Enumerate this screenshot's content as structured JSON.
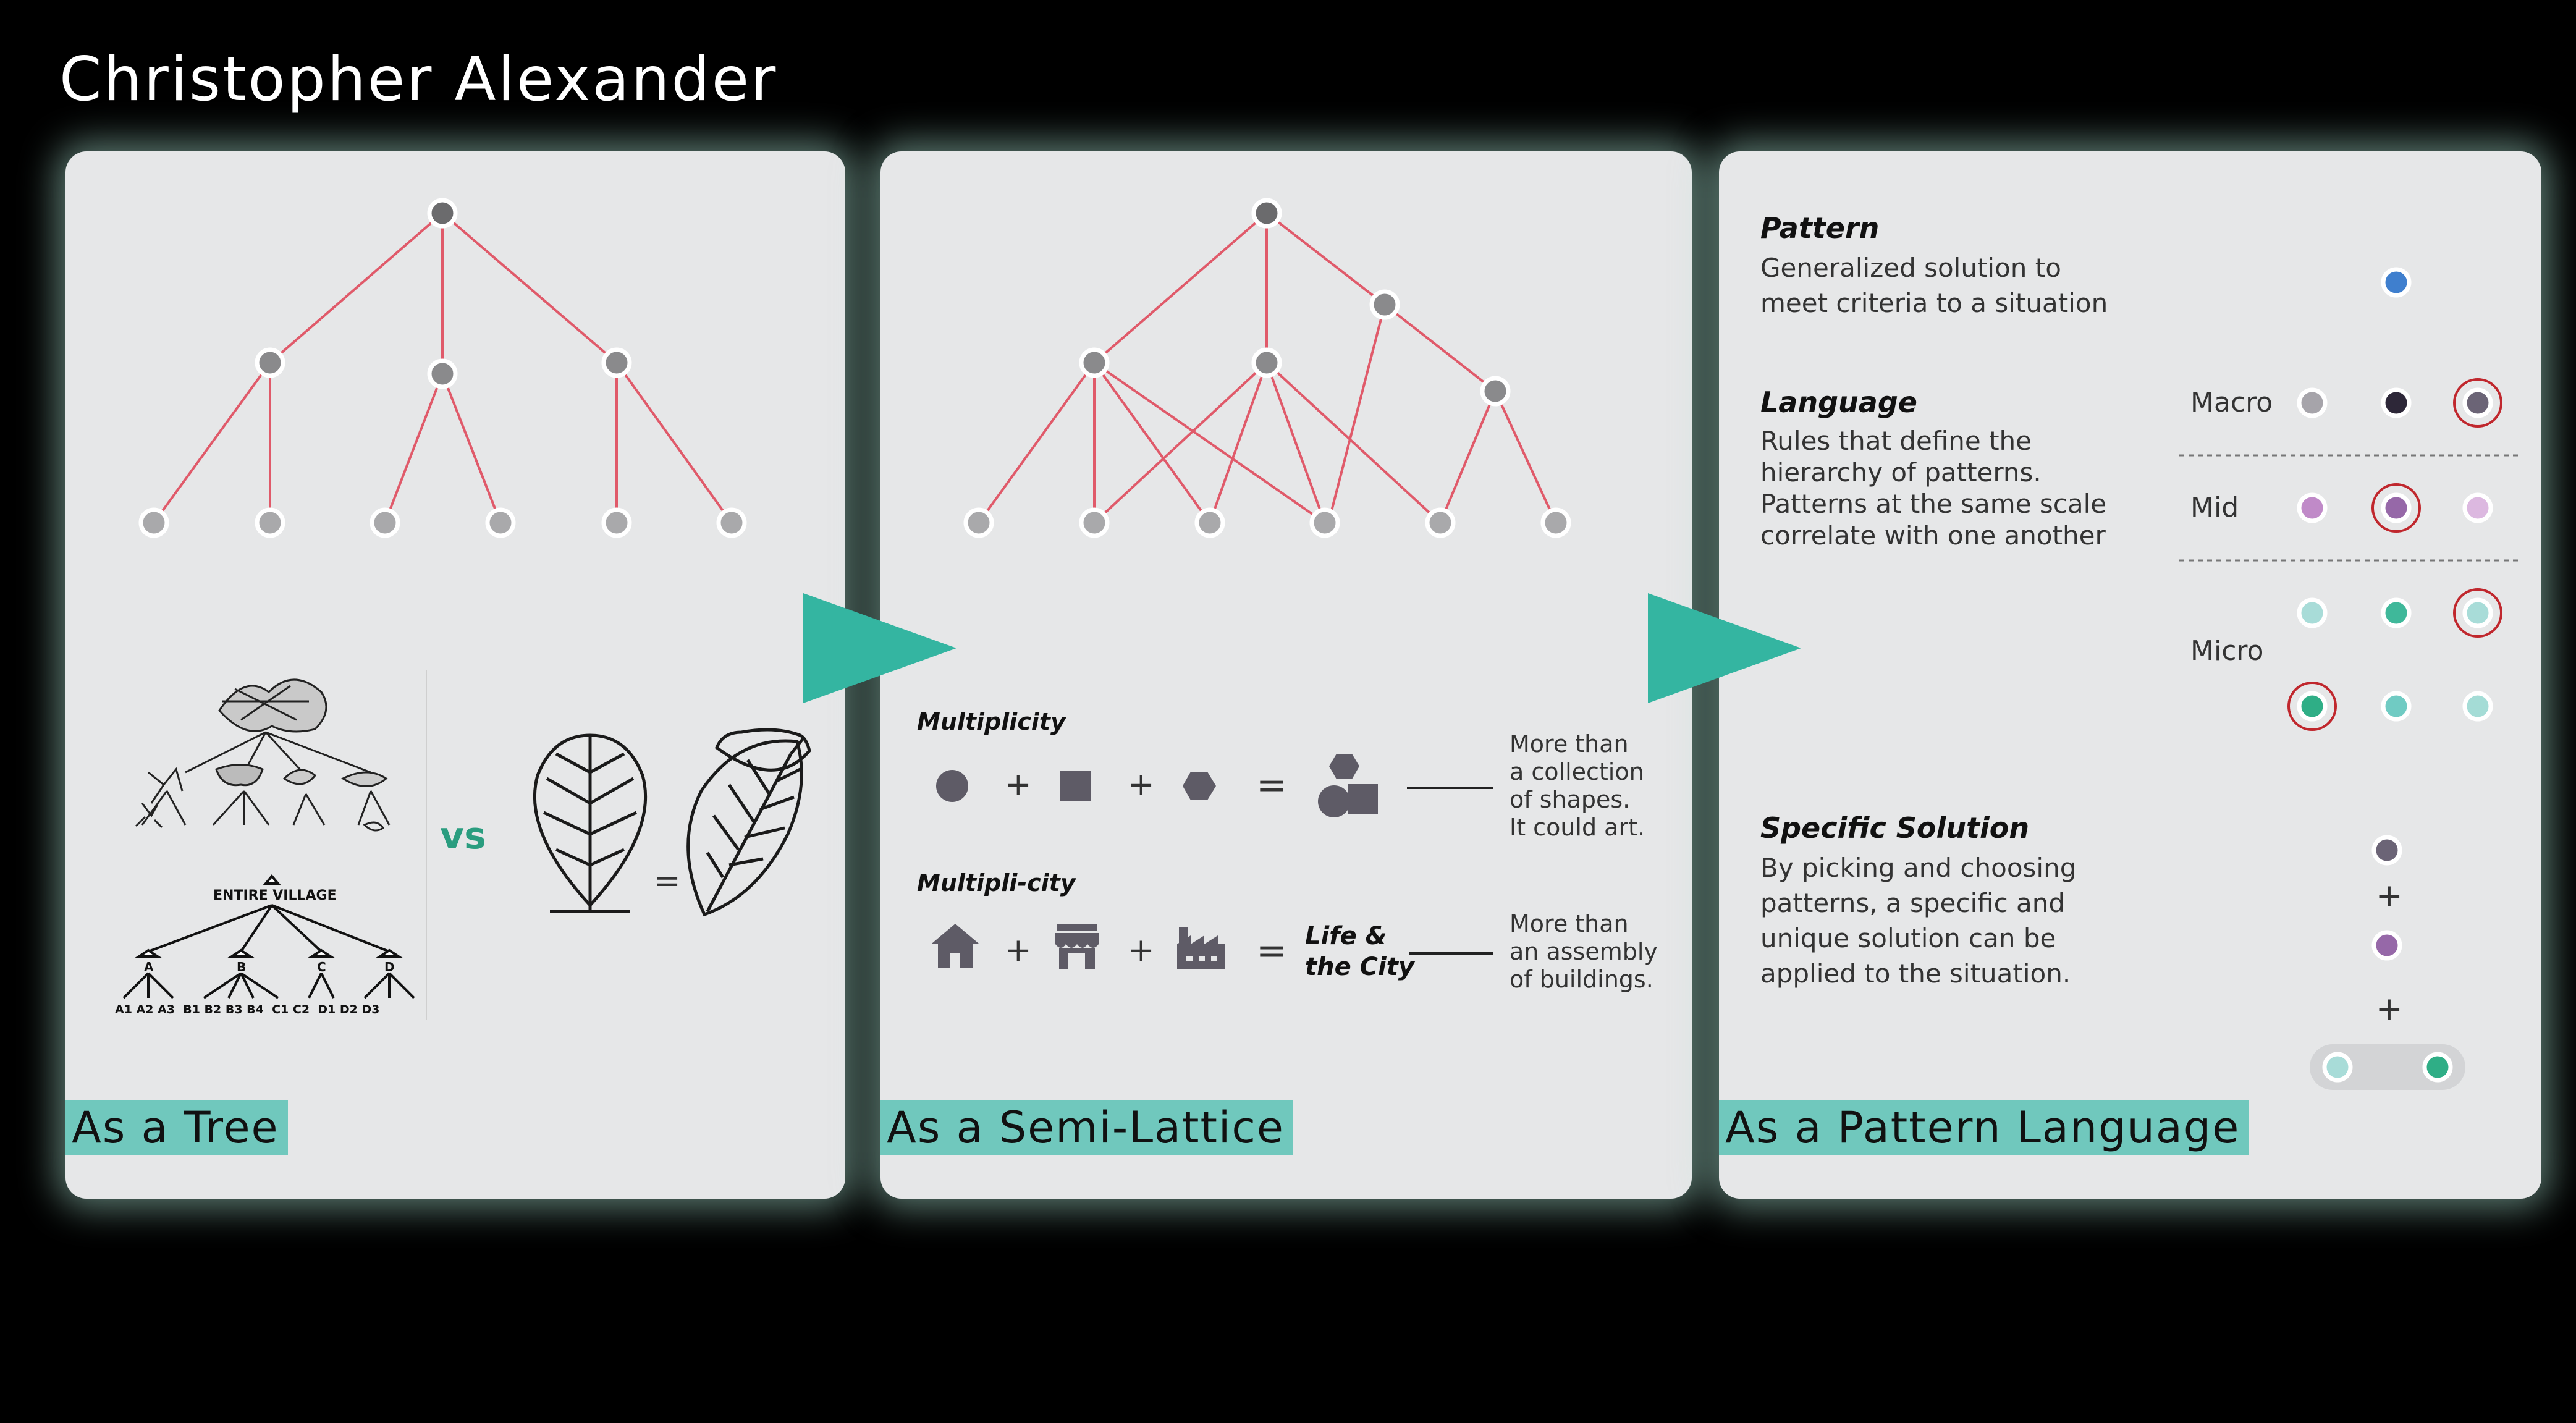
{
  "page_title": "Christopher Alexander",
  "panels": {
    "tree": {
      "label": "As a Tree",
      "vs_text": "vs",
      "equals_text": "=",
      "village_diagram": {
        "root": "ENTIRE VILLAGE",
        "groups": [
          "A",
          "B",
          "C",
          "D"
        ],
        "leaves": "A1 A2 A3  B1 B2 B3 B4  C1 C2  D1 D2 D3"
      }
    },
    "semilattice": {
      "label": "As a Semi-Lattice",
      "multiplicity": {
        "heading": "Multiplicity",
        "plus": "+",
        "equals": "=",
        "note": [
          "More than",
          "a collection",
          "of shapes.",
          "It could art."
        ]
      },
      "multipli_city": {
        "heading": "Multipli-city",
        "plus": "+",
        "equals": "=",
        "result": [
          "Life &",
          "the City"
        ],
        "note": [
          "More than",
          "an assembly",
          "of buildings."
        ]
      }
    },
    "pattern_language": {
      "label": "As a Pattern Language",
      "pattern": {
        "heading": "Pattern",
        "text": [
          "Generalized solution to",
          "meet criteria to a situation"
        ]
      },
      "language": {
        "heading": "Language",
        "text": [
          "Rules that define the",
          "hierarchy of patterns.",
          "Patterns at the same scale",
          "correlate with one another"
        ]
      },
      "scales": {
        "macro": "Macro",
        "mid": "Mid",
        "micro": "Micro"
      },
      "specific_solution": {
        "heading": "Specific Solution",
        "text": [
          "By picking and choosing",
          "patterns, a specific and",
          "unique solution can be",
          "applied to the situation."
        ],
        "plus": "+"
      }
    }
  },
  "colors": {
    "accent_teal": "#34b5a1",
    "edge_red": "#e05a6a",
    "node_dark": "#6b6b6d",
    "node_light": "#a9a9ab",
    "highlight_ring": "#c0272d",
    "pattern_blue": "#3f7fce",
    "macro": [
      "#a6a4aa",
      "#2d2738",
      "#6b6476"
    ],
    "mid": [
      "#c08ac8",
      "#9668a8",
      "#dcb8e0"
    ],
    "micro": [
      "#a8dcd8",
      "#3fb89a",
      "#a8dcd8",
      "#2fae86",
      "#70cbc3",
      "#a4dcd6"
    ]
  }
}
